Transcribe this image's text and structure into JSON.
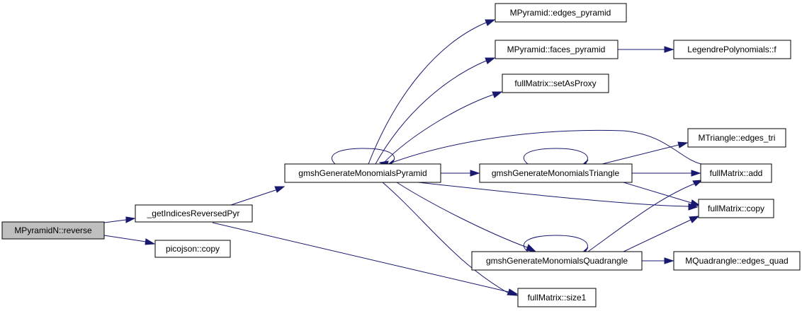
{
  "graph": {
    "colors": {
      "edge": "#191970",
      "root_fill": "#bfbfbf",
      "node_fill": "#ffffff",
      "border": "#000000"
    },
    "nodes": {
      "reverse": "MPyramidN::reverse",
      "getIndices": "_getIndicesReversedPyr",
      "picojsonCopy": "picojson::copy",
      "genPyramid": "gmshGenerateMonomialsPyramid",
      "genTriangle": "gmshGenerateMonomialsTriangle",
      "genQuad": "gmshGenerateMonomialsQuadrangle",
      "edgesPyramid": "MPyramid::edges_pyramid",
      "facesPyramid": "MPyramid::faces_pyramid",
      "legendre": "LegendrePolynomials::f",
      "setAsProxy": "fullMatrix::setAsProxy",
      "edgesTri": "MTriangle::edges_tri",
      "fmAdd": "fullMatrix::add",
      "fmCopy": "fullMatrix::copy",
      "edgesQuad": "MQuadrangle::edges_quad",
      "fmSize1": "fullMatrix::size1"
    }
  }
}
